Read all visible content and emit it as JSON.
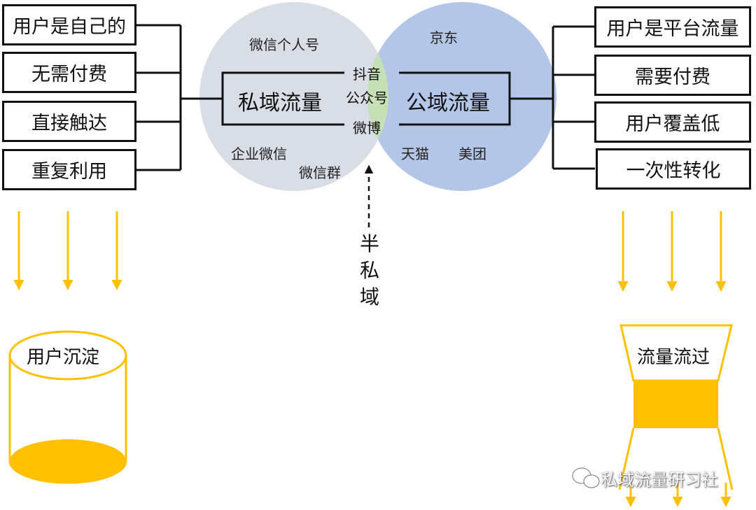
{
  "left_items": [
    "用户是自己的",
    "无需付费",
    "直接触达",
    "重复利用"
  ],
  "right_items": [
    "用户是平台流量",
    "需要付费",
    "用户覆盖低",
    "一次性转化"
  ],
  "private": {
    "title": "私域流量",
    "examples": [
      "微信个人号",
      "企业微信",
      "微信群"
    ]
  },
  "public": {
    "title": "公域流量",
    "examples": [
      "京东",
      "天猫",
      "美团"
    ]
  },
  "overlap": [
    "抖音",
    "公众号",
    "微博"
  ],
  "semi_private": "半私域",
  "left_result": "用户沉淀",
  "right_result": "流量流过",
  "watermark": "私域流量研习社",
  "colors": {
    "private_circle": "#d8dde6",
    "public_circle": "#b3c6e7",
    "overlap": "#c5e0b4",
    "accent_yellow": "#ffc000",
    "line": "#111111"
  }
}
